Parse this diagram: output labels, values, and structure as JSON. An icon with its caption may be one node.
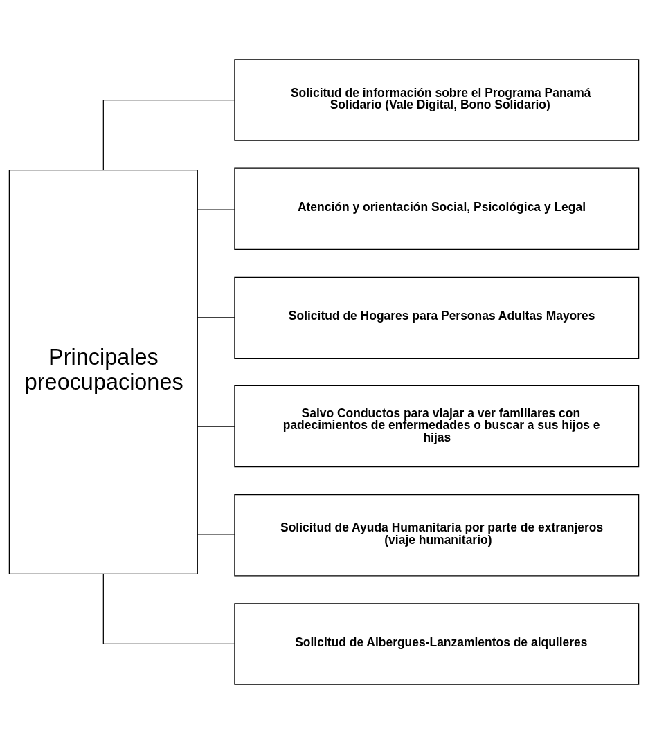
{
  "diagram": {
    "nodes": [
      {
        "text": [
          "Principales preocupaciones"
        ]
      },
      {
        "text": [
          "Solicitud de información sobre el Programa Panamá Solidario (Vale Digital, Bono Solidario)"
        ]
      },
      {
        "text": [
          "Atención y orientación Social, Psicológica y Legal"
        ]
      },
      {
        "text": [
          "Solicitud de Hogares para Personas Adultas Mayores"
        ]
      },
      {
        "text": [
          "Salvo Conductos para viajar a ver familiares con padecimientos de enfermedades o buscar a sus hijos e hijas"
        ]
      },
      {
        "text": [
          "Solicitud de Ayuda Humanitaria por parte de extranjeros (viaje humanitario)"
        ]
      },
      {
        "text": [
          "Solicitud de Albergues-Lanzamientos de alquileres"
        ]
      }
    ],
    "edges": [
      {
        "from": 0,
        "to": 1,
        "arrow": "none"
      },
      {
        "from": 0,
        "to": 2,
        "arrow": "none"
      },
      {
        "from": 0,
        "to": 3,
        "arrow": "none"
      },
      {
        "from": 0,
        "to": 4,
        "arrow": "none"
      },
      {
        "from": 0,
        "to": 5,
        "arrow": "none"
      },
      {
        "from": 0,
        "to": 6,
        "arrow": "none"
      }
    ]
  }
}
